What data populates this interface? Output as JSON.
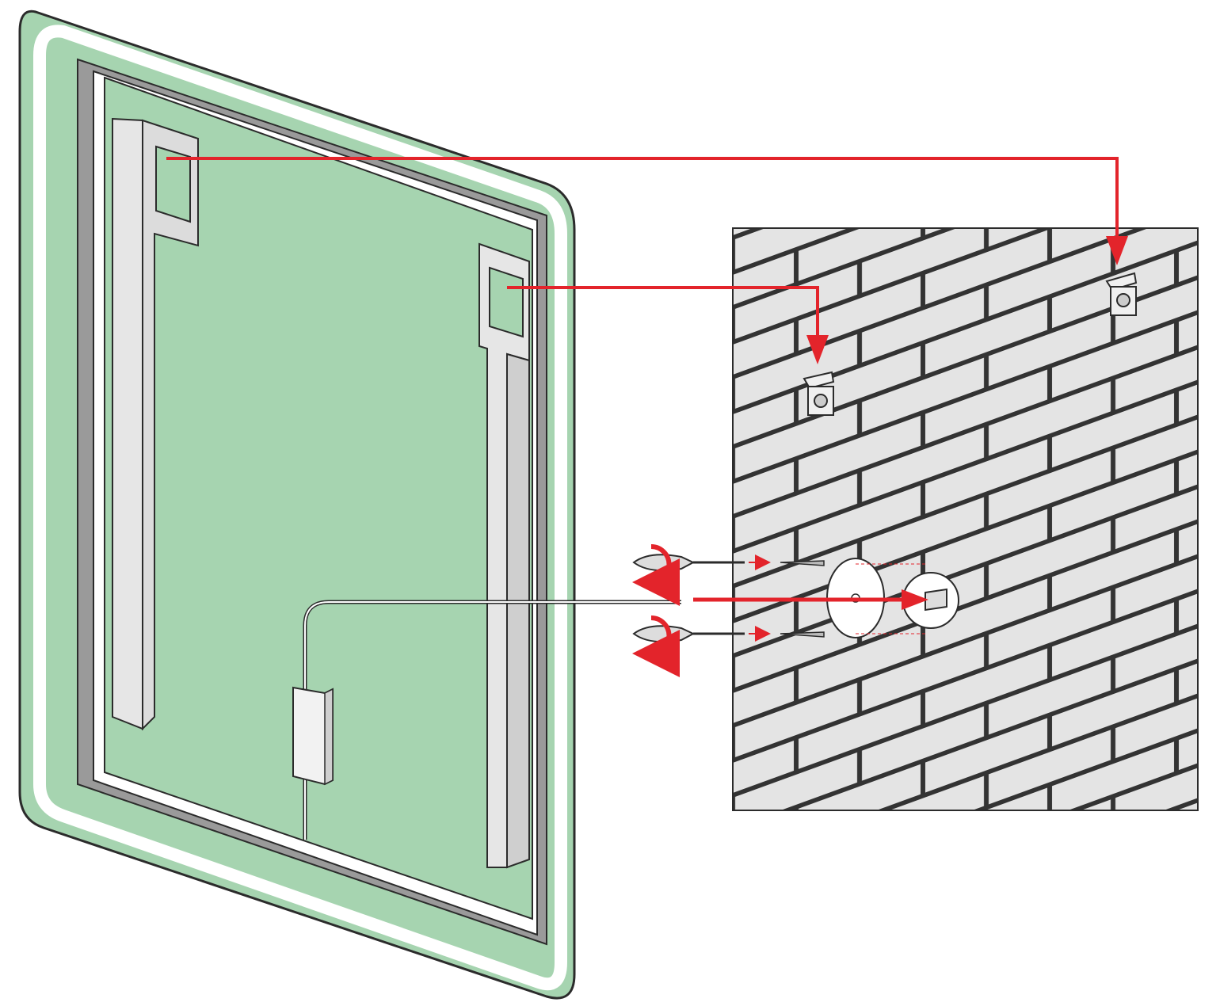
{
  "colors": {
    "mirror_green": "#a6d4b0",
    "mirror_outline": "#2b2b2b",
    "frame_gray": "#9a9a9a",
    "bracket_light": "#e6e6e6",
    "wall_brick": "#e4e4e4",
    "mortar": "#333333",
    "arrow_red": "#e3242b"
  },
  "icons": [
    "led-mirror",
    "hanging-bracket",
    "brick-wall",
    "wall-hook",
    "screwdriver",
    "rotate-arrow",
    "screw",
    "wall-plug",
    "cover-plate",
    "junction-box"
  ]
}
